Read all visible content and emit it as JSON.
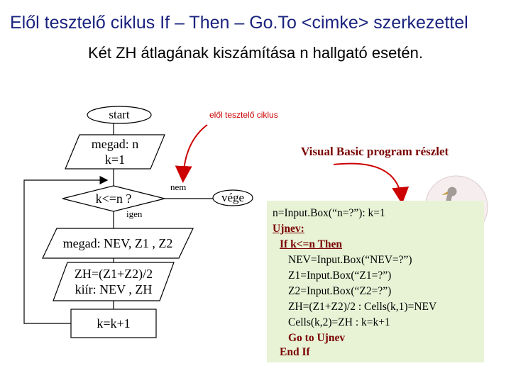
{
  "slide": {
    "title": "Elől tesztelő ciklus If – Then – Go.To <cimke> szerkezettel",
    "subtitle": "Két ZH átlagának kiszámítása n hallgató esetén."
  },
  "flowchart": {
    "start": "start",
    "input_n_line1": "megad: n",
    "input_n_line2": "k=1",
    "condition": "k<=n ?",
    "no_label": "nem",
    "yes_label": "igen",
    "end": "vége",
    "input_data": "megad: NEV, Z1 , Z2",
    "compute_line1": "ZH=(Z1+Z2)/2",
    "compute_line2": "kiír: NEV , ZH",
    "increment": "k=k+1"
  },
  "annotations": {
    "pretest_loop": "elől tesztelő ciklus",
    "vb_excerpt": "Visual Basic program részlet"
  },
  "code": {
    "line1": "n=Input.Box(“n=?”): k=1",
    "line2": "Ujnev:",
    "line3": "If k<=n Then",
    "line4": "NEV=Input.Box(“NEV=?”)",
    "line5": "Z1=Input.Box(“Z1=?”)",
    "line6": "Z2=Input.Box(“Z2=?”)",
    "line7": "ZH=(Z1+Z2)/2 : Cells(k,1)=NEV",
    "line8": "Cells(k,2)=ZH : k=k+1",
    "line9": "Go to Ujnev",
    "line10": "End If"
  },
  "colors": {
    "title": "#1a237e",
    "annotation_red": "#cc0000",
    "code_text": "#7a0000",
    "code_bg": "#e8f3d6"
  }
}
